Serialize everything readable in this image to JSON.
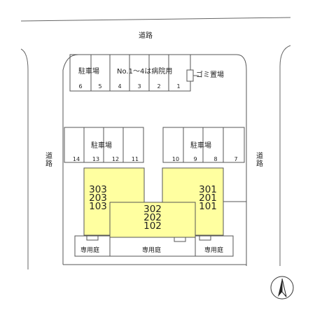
{
  "colors": {
    "building": "#ffffa0",
    "line": "#555555",
    "background": "#ffffff"
  },
  "roads": {
    "top": "道路",
    "left": "道路",
    "right": "道路"
  },
  "parking_north": {
    "label": "駐車場",
    "note": "No.1～4は病院用",
    "spaces": [
      "6",
      "5",
      "4",
      "3",
      "2",
      "1"
    ]
  },
  "garbage": {
    "label": "ゴミ置場"
  },
  "parking_west": {
    "label": "駐車場",
    "spaces": [
      "14",
      "13",
      "12",
      "11"
    ]
  },
  "parking_east": {
    "label": "駐車場",
    "spaces": [
      "10",
      "9",
      "8",
      "7"
    ]
  },
  "units": {
    "west": [
      "303",
      "203",
      "103"
    ],
    "center": [
      "302",
      "202",
      "102"
    ],
    "east": [
      "301",
      "201",
      "101"
    ]
  },
  "gardens": {
    "west": "専用庭",
    "center": "専用庭",
    "east": "専用庭"
  },
  "compass": {
    "icon": "north-arrow-icon"
  }
}
